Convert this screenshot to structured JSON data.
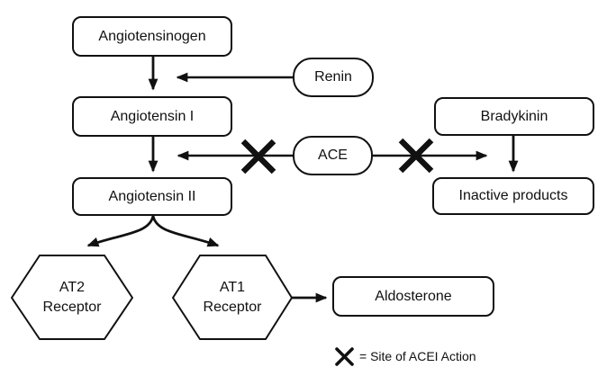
{
  "colors": {
    "stroke": "#111111",
    "background": "#ffffff"
  },
  "nodes": {
    "angiotensinogen": {
      "label": "Angiotensinogen"
    },
    "renin": {
      "label": "Renin"
    },
    "angiotensin_i": {
      "label": "Angiotensin I"
    },
    "ace": {
      "label": "ACE"
    },
    "bradykinin": {
      "label": "Bradykinin"
    },
    "angiotensin_ii": {
      "label": "Angiotensin II"
    },
    "inactive_products": {
      "label": "Inactive products"
    },
    "at2_receptor": {
      "line1": "AT2",
      "line2": "Receptor"
    },
    "at1_receptor": {
      "line1": "AT1",
      "line2": "Receptor"
    },
    "aldosterone": {
      "label": "Aldosterone"
    }
  },
  "legend": {
    "symbol_icon": "x-mark",
    "label": "= Site of ACEI Action"
  }
}
